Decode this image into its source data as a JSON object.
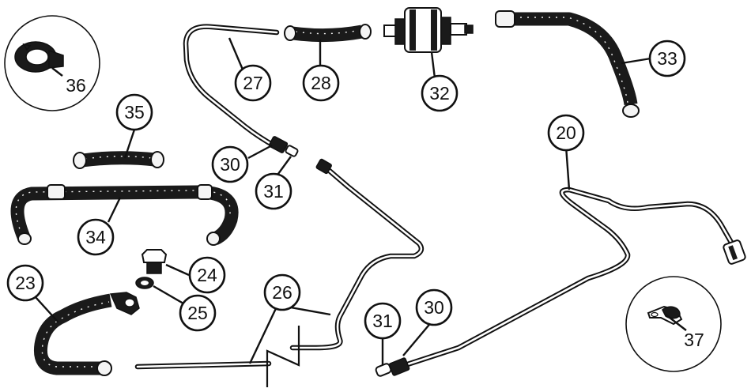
{
  "labels": {
    "p20": "20",
    "p23": "23",
    "p24": "24",
    "p25": "25",
    "p26": "26",
    "p27": "27",
    "p28": "28",
    "p30a": "30",
    "p30b": "30",
    "p31a": "31",
    "p31b": "31",
    "p32": "32",
    "p33": "33",
    "p34": "34",
    "p35": "35",
    "p36": "36",
    "p37": "37"
  },
  "colors": {
    "ink": "#111111",
    "paper": "#ffffff"
  }
}
